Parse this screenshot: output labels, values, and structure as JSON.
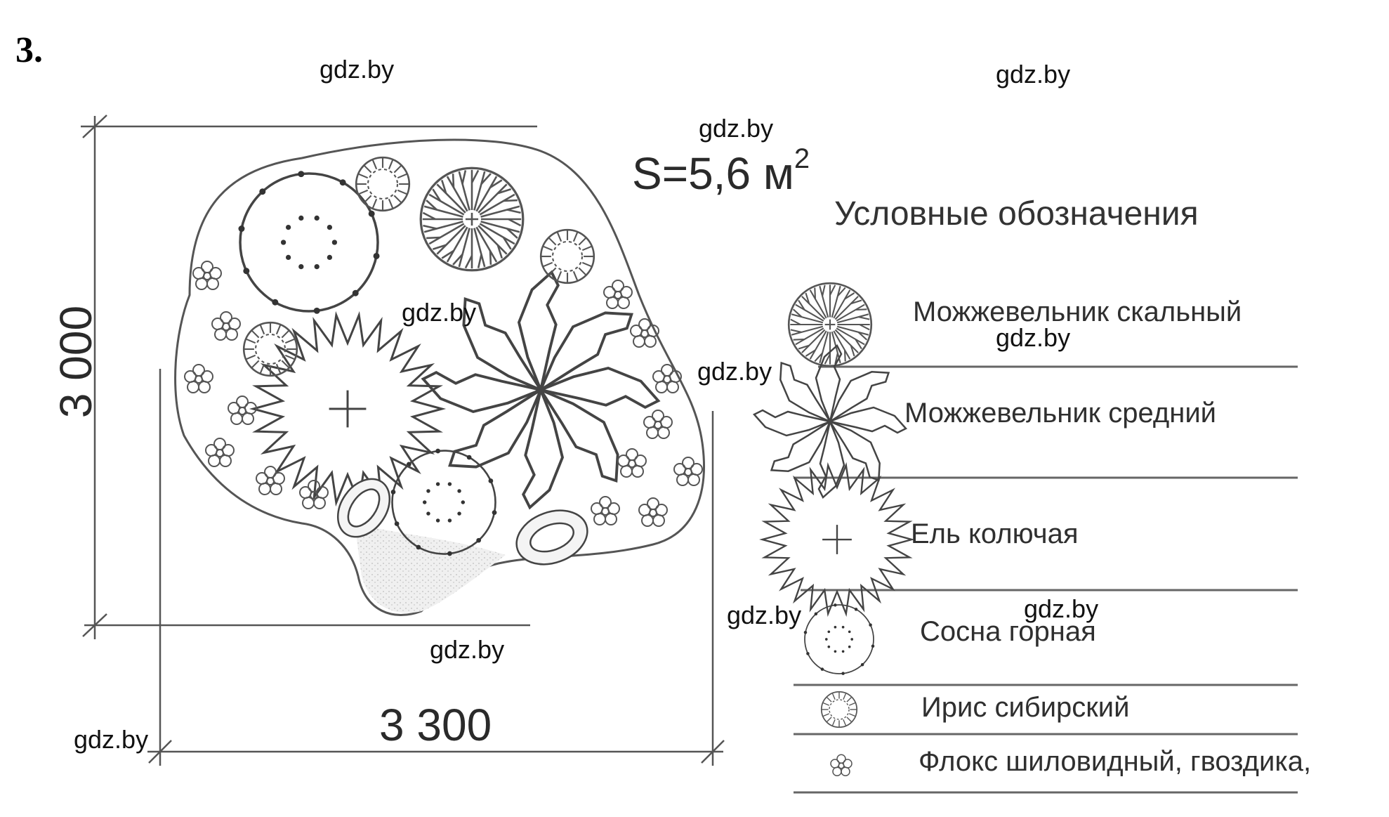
{
  "task_number": "3.",
  "area_label": "S=5,6 м",
  "area_exponent": "2",
  "dimensions": {
    "height": "3 000",
    "width": "3 300"
  },
  "legend": {
    "title": "Условные обозначения",
    "items": [
      {
        "label": "Можжевельник скальный",
        "icon": "rock-juniper-icon"
      },
      {
        "label": "Можжевельник средний",
        "icon": "medium-juniper-icon"
      },
      {
        "label": "Ель колючая",
        "icon": "blue-spruce-icon"
      },
      {
        "label": "Сосна горная",
        "icon": "mountain-pine-icon"
      },
      {
        "label": "Ирис сибирский",
        "icon": "siberian-iris-icon"
      },
      {
        "label": "Флокс шиловидный, гвоздика,",
        "icon": "phlox-icon"
      }
    ]
  },
  "watermarks": [
    "gdz.by",
    "gdz.by",
    "gdz.by",
    "gdz.by",
    "gdz.by",
    "gdz.by",
    "gdz.by",
    "gdz.by",
    "gdz.by",
    "gdz.by"
  ],
  "colors": {
    "line": "#4a4a4a",
    "gravel": "#e6e6e6"
  }
}
